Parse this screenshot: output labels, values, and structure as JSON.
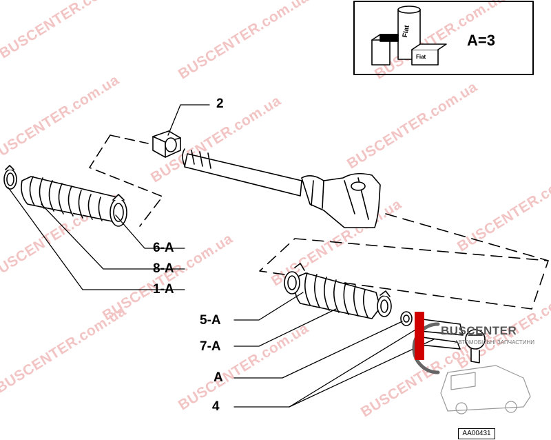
{
  "watermark": {
    "text": "BUSCENTER.com.ua",
    "color": "#f2c4c4"
  },
  "callouts": [
    {
      "id": "2",
      "text": "2"
    },
    {
      "id": "6-A",
      "text": "6-A"
    },
    {
      "id": "8-A",
      "text": "8-A"
    },
    {
      "id": "1-A",
      "text": "1-A"
    },
    {
      "id": "5-A",
      "text": "5-A"
    },
    {
      "id": "7-A",
      "text": "7-A"
    },
    {
      "id": "A",
      "text": "A"
    },
    {
      "id": "4",
      "text": "4"
    }
  ],
  "kit_box": {
    "text": "A=3",
    "can_text": "Fiat",
    "small_text": "Fiat"
  },
  "logo": {
    "name": "BUSCENTER",
    "subtitle": "АВТОМОБІЛЬНІ ЗАПЧАСТИНИ"
  },
  "diagram_code": "AA00431"
}
